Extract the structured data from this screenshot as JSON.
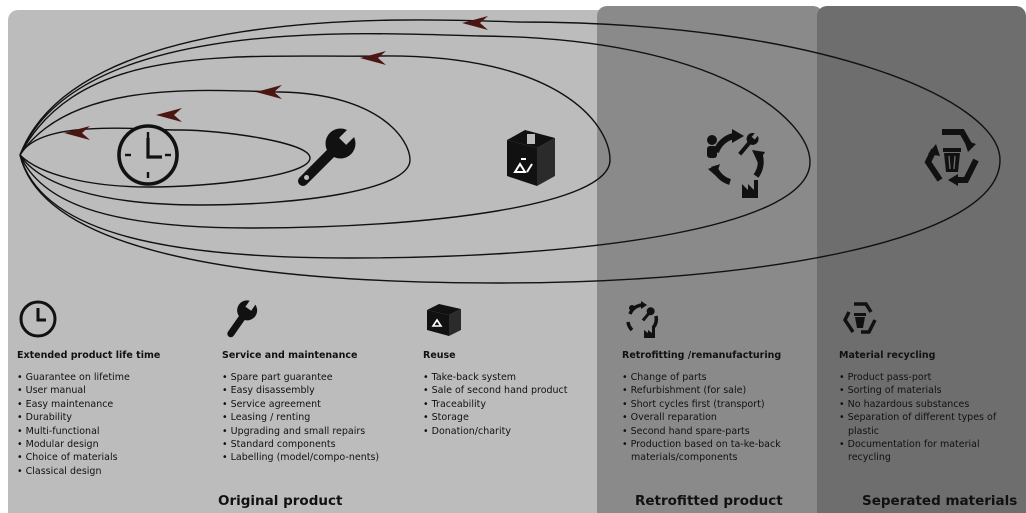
{
  "columns": [
    {
      "title": "Extended product life time",
      "icon": "clock-icon",
      "items": [
        "Guarantee on lifetime",
        "User manual",
        "Easy maintenance",
        "Durability",
        "Multi-functional",
        "Modular design",
        "Choice of materials",
        "Classical design"
      ]
    },
    {
      "title": "Service and maintenance",
      "icon": "wrench-icon",
      "items": [
        "Spare part guarantee",
        "Easy disassembly",
        "Service agreement",
        "Leasing / renting",
        "Upgrading and small repairs",
        "Standard components",
        "Labelling (model/compo-nents)"
      ]
    },
    {
      "title": "Reuse",
      "icon": "recycle-box-icon",
      "items": [
        "Take-back system",
        "Sale of second hand product",
        "Traceability",
        "Storage",
        "Donation/charity"
      ]
    },
    {
      "title": "Retrofitting /remanufacturing",
      "icon": "remanufacturing-cycle-icon",
      "items": [
        "Change of parts",
        "Refurbishment (for sale)",
        "Short cycles first (transport)",
        "Overall reparation",
        "Second hand spare-parts",
        "Production based on ta-ke-back materials/components"
      ]
    },
    {
      "title": "Material recycling",
      "icon": "recycling-bin-icon",
      "items": [
        "Product pass-port",
        "Sorting of materials",
        "No hazardous substances",
        "Separation of different types of plastic",
        "Documentation for material recycling"
      ]
    }
  ],
  "band_labels": {
    "original": "Original product",
    "retrofitted": "Retrofitted product",
    "separated": "Seperated materials"
  },
  "colors": {
    "original_band": "#bcbcbc",
    "retrofitted_band": "#8a8a8a",
    "separated_band": "#6e6e6e",
    "arrow": "#4a1512"
  }
}
